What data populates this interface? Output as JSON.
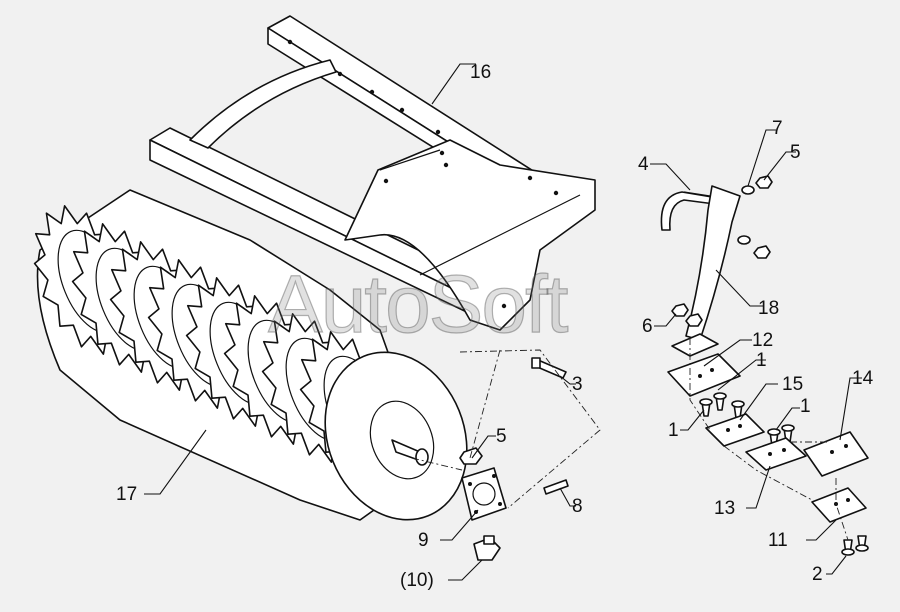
{
  "watermark": "AutoSoft",
  "callouts": [
    {
      "id": "p16",
      "text": "16"
    },
    {
      "id": "p4",
      "text": "4"
    },
    {
      "id": "p7",
      "text": "7"
    },
    {
      "id": "p5a",
      "text": "5"
    },
    {
      "id": "p18",
      "text": "18"
    },
    {
      "id": "p6",
      "text": "6"
    },
    {
      "id": "p12",
      "text": "12"
    },
    {
      "id": "p1a",
      "text": "1"
    },
    {
      "id": "p15",
      "text": "15"
    },
    {
      "id": "p1b",
      "text": "1"
    },
    {
      "id": "p14",
      "text": "14"
    },
    {
      "id": "p1c",
      "text": "1"
    },
    {
      "id": "p3",
      "text": "3"
    },
    {
      "id": "p5b",
      "text": "5"
    },
    {
      "id": "p8",
      "text": "8"
    },
    {
      "id": "p9",
      "text": "9"
    },
    {
      "id": "p10",
      "text": "(10)"
    },
    {
      "id": "p17",
      "text": "17"
    },
    {
      "id": "p13",
      "text": "13"
    },
    {
      "id": "p11",
      "text": "11"
    },
    {
      "id": "p2",
      "text": "2"
    }
  ]
}
